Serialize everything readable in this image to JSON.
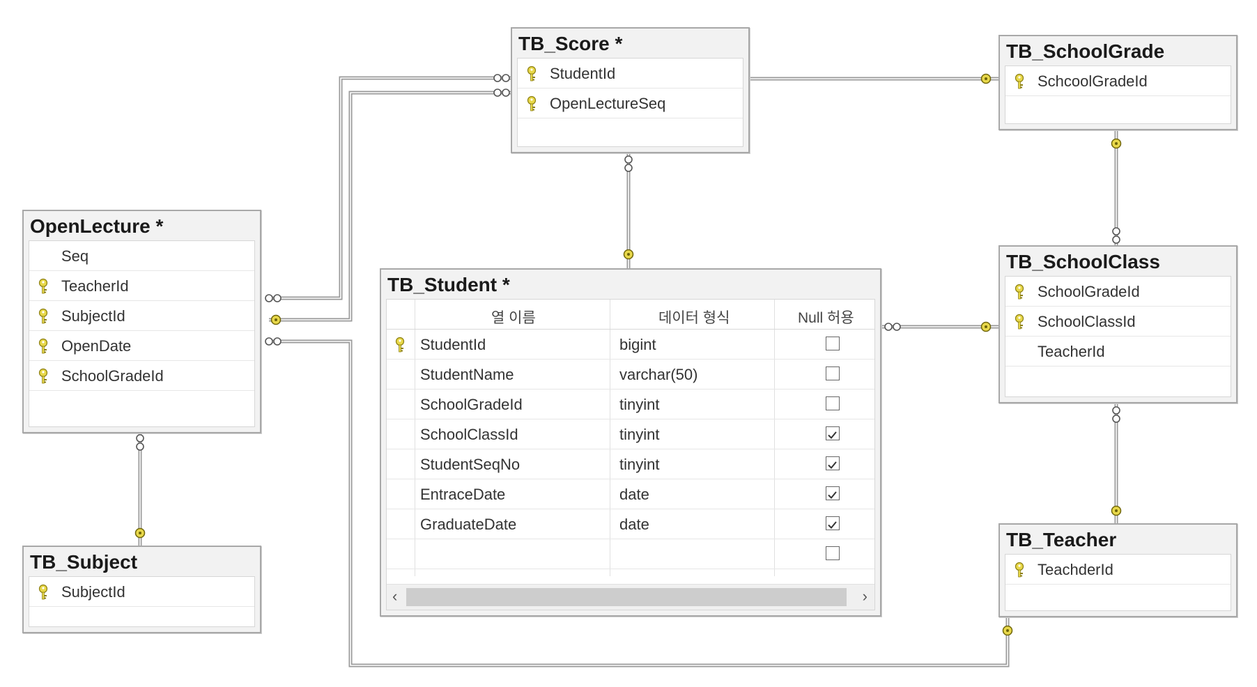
{
  "tables": {
    "score": {
      "title": "TB_Score  *",
      "columns": [
        {
          "name": "StudentId",
          "key": true
        },
        {
          "name": "OpenLectureSeq",
          "key": true
        }
      ]
    },
    "school_grade": {
      "title": "TB_SchoolGrade",
      "columns": [
        {
          "name": "SchcoolGradeId",
          "key": true
        }
      ]
    },
    "open_lecture": {
      "title": "OpenLecture  *",
      "columns": [
        {
          "name": "Seq",
          "key": false
        },
        {
          "name": "TeacherId",
          "key": true
        },
        {
          "name": "SubjectId",
          "key": true
        },
        {
          "name": "OpenDate",
          "key": true
        },
        {
          "name": "SchoolGradeId",
          "key": true
        }
      ]
    },
    "student": {
      "title": "TB_Student  *",
      "headers": {
        "column_name": "열 이름",
        "data_type": "데이터 형식",
        "allow_null": "Null 허용"
      },
      "columns": [
        {
          "name": "StudentId",
          "type": "bigint",
          "null": false,
          "key": true
        },
        {
          "name": "StudentName",
          "type": "varchar(50)",
          "null": false,
          "key": false
        },
        {
          "name": "SchoolGradeId",
          "type": "tinyint",
          "null": false,
          "key": false
        },
        {
          "name": "SchoolClassId",
          "type": "tinyint",
          "null": true,
          "key": false
        },
        {
          "name": "StudentSeqNo",
          "type": "tinyint",
          "null": true,
          "key": false
        },
        {
          "name": "EntraceDate",
          "type": "date",
          "null": true,
          "key": false
        },
        {
          "name": "GraduateDate",
          "type": "date",
          "null": true,
          "key": false
        },
        {
          "name": "",
          "type": "",
          "null": false,
          "key": false
        }
      ]
    },
    "school_class": {
      "title": "TB_SchoolClass",
      "columns": [
        {
          "name": "SchoolGradeId",
          "key": true
        },
        {
          "name": "SchoolClassId",
          "key": true
        },
        {
          "name": "TeacherId",
          "key": false
        }
      ]
    },
    "subject": {
      "title": "TB_Subject",
      "columns": [
        {
          "name": "SubjectId",
          "key": true
        }
      ]
    },
    "teacher": {
      "title": "TB_Teacher",
      "columns": [
        {
          "name": "TeachderId",
          "key": true
        }
      ]
    }
  },
  "relationships": [
    {
      "from": "open_lecture",
      "to": "score",
      "from_end": "many",
      "to_end": "many"
    },
    {
      "from": "open_lecture",
      "to": "score",
      "from_end": "key",
      "to_end": "many"
    },
    {
      "from": "open_lecture",
      "to": "teacher",
      "from_end": "many",
      "to_end": "key"
    },
    {
      "from": "open_lecture",
      "to": "subject",
      "from_end": "many",
      "to_end": "key"
    },
    {
      "from": "score",
      "to": "student",
      "from_end": "many",
      "to_end": "key"
    },
    {
      "from": "score",
      "to": "school_grade",
      "from_end": "line",
      "to_end": "key"
    },
    {
      "from": "student",
      "to": "school_class",
      "from_end": "many",
      "to_end": "key"
    },
    {
      "from": "school_class",
      "to": "school_grade",
      "from_end": "many",
      "to_end": "key"
    },
    {
      "from": "school_class",
      "to": "teacher",
      "from_end": "many",
      "to_end": "key"
    }
  ],
  "colors": {
    "key_icon": "#e8d84a",
    "connector": "#9a9a9a",
    "title_bar": "#f2f2f2"
  }
}
